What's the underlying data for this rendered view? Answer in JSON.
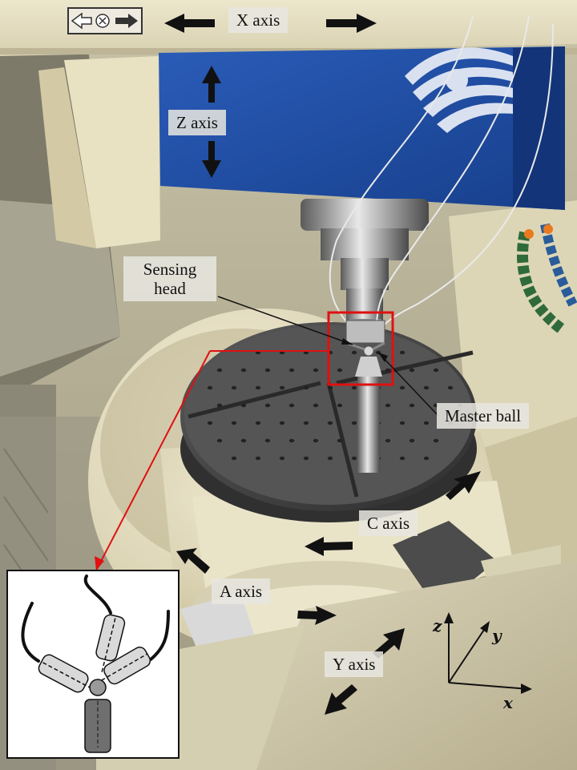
{
  "labels": {
    "x_axis": "X axis",
    "z_axis": "Z axis",
    "y_axis": "Y axis",
    "a_axis": "A axis",
    "c_axis": "C axis",
    "sensing_head_line1": "Sensing",
    "sensing_head_line2": "head",
    "master_ball": "Master ball"
  },
  "coordinate_frame": {
    "x": "x",
    "y": "y",
    "z": "z"
  },
  "colors": {
    "blue_housing": "#1e4fa8",
    "highlight_box": "#e01010",
    "machine_cream": "#e6e0c6",
    "table_metal": "#4b4b4b",
    "inset_probe_light": "#d9d9d9",
    "inset_probe_dark": "#6f6f6f"
  },
  "icons": [
    "double-arrow-icon",
    "cancel-circle-icon",
    "right-arrow-icon"
  ]
}
